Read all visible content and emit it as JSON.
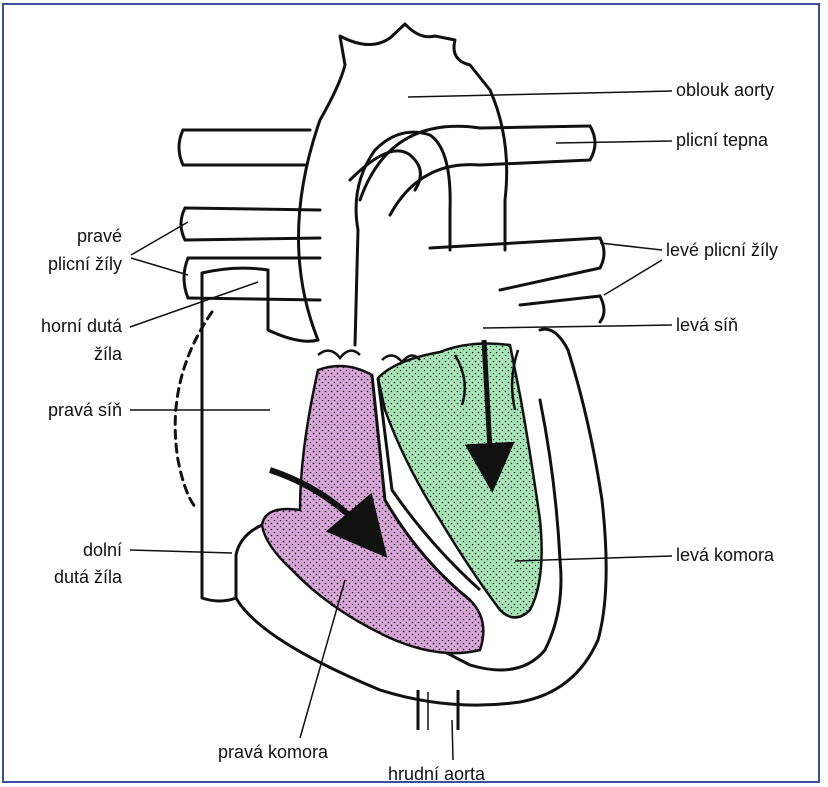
{
  "labels": {
    "aortic_arch": "oblouk aorty",
    "pulmonary_artery": "plicní tepna",
    "left_pulmonary_veins": "levé plicní žíly",
    "left_atrium": "levá síň",
    "left_ventricle": "levá komora",
    "right_pulmonary_veins_1": "pravé",
    "right_pulmonary_veins_2": "plicní žíly",
    "superior_vena_cava_1": "horní dutá",
    "superior_vena_cava_2": "žíla",
    "right_atrium": "pravá síň",
    "inferior_vena_cava_1": "dolní",
    "inferior_vena_cava_2": "dutá žíla",
    "right_ventricle": "pravá komora",
    "thoracic_aorta": "hrudní aorta"
  },
  "colors": {
    "frame": "#3a4fa0",
    "outline": "#111111",
    "right_ventricle_fill": "#d9a7d9",
    "left_side_fill": "#a8e6b8",
    "stipple": "#222222"
  }
}
